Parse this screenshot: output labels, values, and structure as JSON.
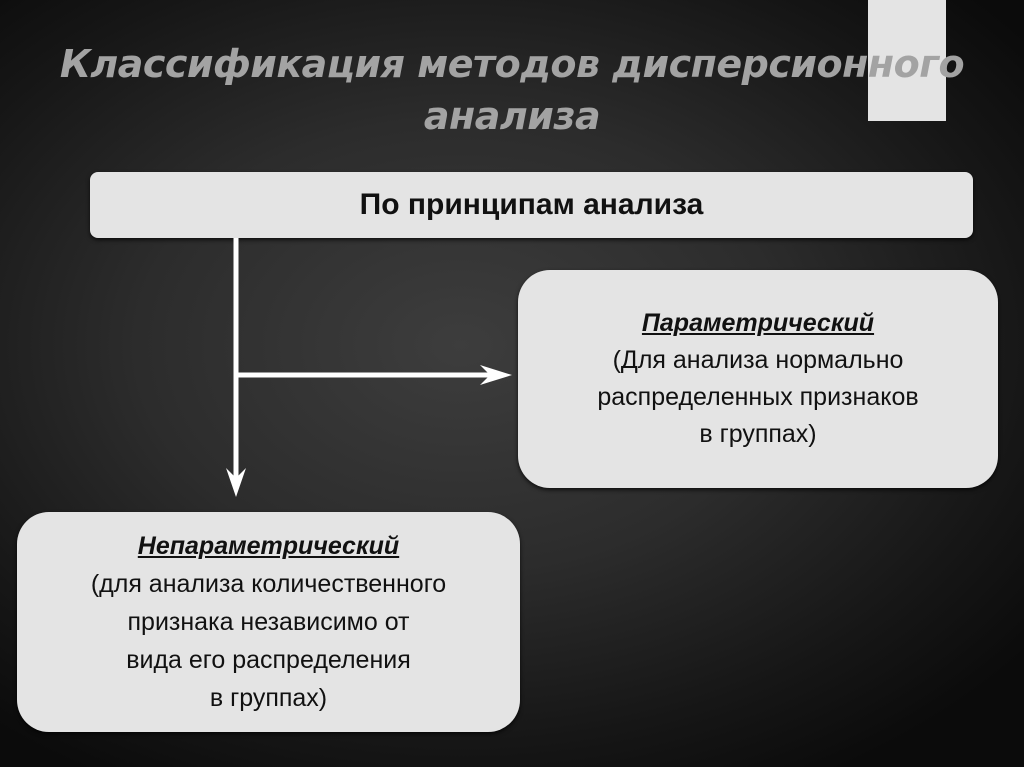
{
  "slide": {
    "title_line1": "Классификация методов дисперсионного",
    "title_line2": "анализа",
    "colors": {
      "background_center": "#3d3d3d",
      "background_edge": "#0b0b0b",
      "title": "#a3a3a3",
      "box_fill": "#e4e4e4",
      "box_text": "#111111",
      "arrow": "#ffffff",
      "accent_bar": "#e4e4e4"
    }
  },
  "diagram": {
    "root": {
      "label": "По принципам анализа"
    },
    "branches": [
      {
        "heading": "Параметрический",
        "lines": [
          "(Для анализа нормально",
          "распределенных признаков",
          "в группах)"
        ]
      },
      {
        "heading": "Непараметрический",
        "lines": [
          "(для анализа количественного",
          "признака независимо от",
          "вида его распределения",
          "в группах)"
        ]
      }
    ],
    "connectors": [
      {
        "from": "root",
        "to": "Параметрический",
        "direction": "right"
      },
      {
        "from": "root",
        "to": "Непараметрический",
        "direction": "down"
      }
    ]
  }
}
